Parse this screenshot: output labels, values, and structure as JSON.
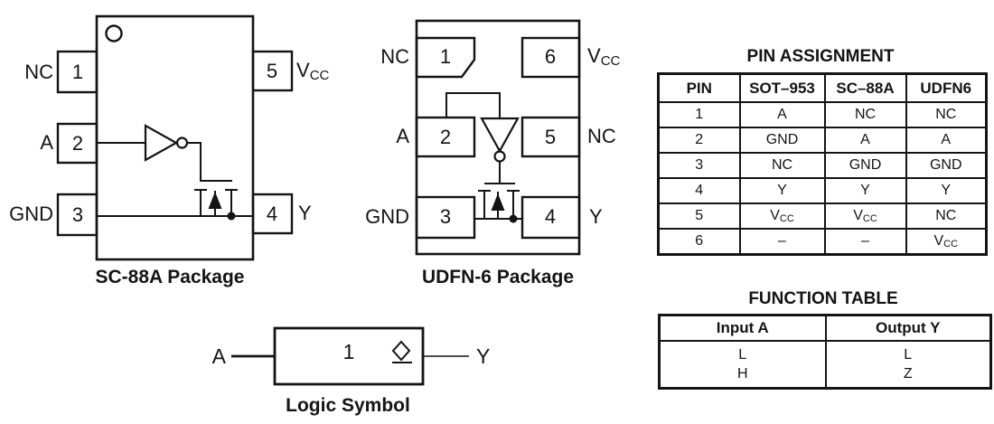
{
  "colors": {
    "ink": "#141414",
    "background": "#ffffff"
  },
  "sc88a": {
    "caption": "SC-88A Package",
    "pins": {
      "p1": {
        "num": "1",
        "label": "NC"
      },
      "p2": {
        "num": "2",
        "label": "A"
      },
      "p3": {
        "num": "3",
        "label": "GND"
      },
      "p4": {
        "num": "4",
        "label": "Y"
      },
      "p5": {
        "num": "5",
        "label": {
          "t": "V",
          "sub": "CC"
        }
      }
    }
  },
  "udfn6": {
    "caption": "UDFN-6 Package",
    "pins": {
      "p1": {
        "num": "1",
        "label": "NC"
      },
      "p2": {
        "num": "2",
        "label": "A"
      },
      "p3": {
        "num": "3",
        "label": "GND"
      },
      "p4": {
        "num": "4",
        "label": "Y"
      },
      "p5": {
        "num": "5",
        "label": "NC"
      },
      "p6": {
        "num": "6",
        "label": {
          "t": "V",
          "sub": "CC"
        }
      }
    }
  },
  "logic_symbol": {
    "caption": "Logic Symbol",
    "gate_label": "1",
    "input": "A",
    "output": "Y"
  },
  "pin_assignment": {
    "title": "PIN ASSIGNMENT",
    "headers": [
      "PIN",
      "SOT–953",
      "SC–88A",
      "UDFN6"
    ],
    "rows": [
      [
        "1",
        "A",
        "NC",
        "NC"
      ],
      [
        "2",
        "GND",
        "A",
        "A"
      ],
      [
        "3",
        "NC",
        "GND",
        "GND"
      ],
      [
        "4",
        "Y",
        "Y",
        "Y"
      ],
      [
        "5",
        {
          "t": "V",
          "sub": "CC"
        },
        {
          "t": "V",
          "sub": "CC"
        },
        "NC"
      ],
      [
        "6",
        "–",
        "–",
        {
          "t": "V",
          "sub": "CC"
        }
      ]
    ]
  },
  "function_table": {
    "title": "FUNCTION TABLE",
    "headers": [
      "Input A",
      "Output Y"
    ],
    "rows": [
      [
        "L",
        "L"
      ],
      [
        "H",
        "Z"
      ]
    ]
  }
}
